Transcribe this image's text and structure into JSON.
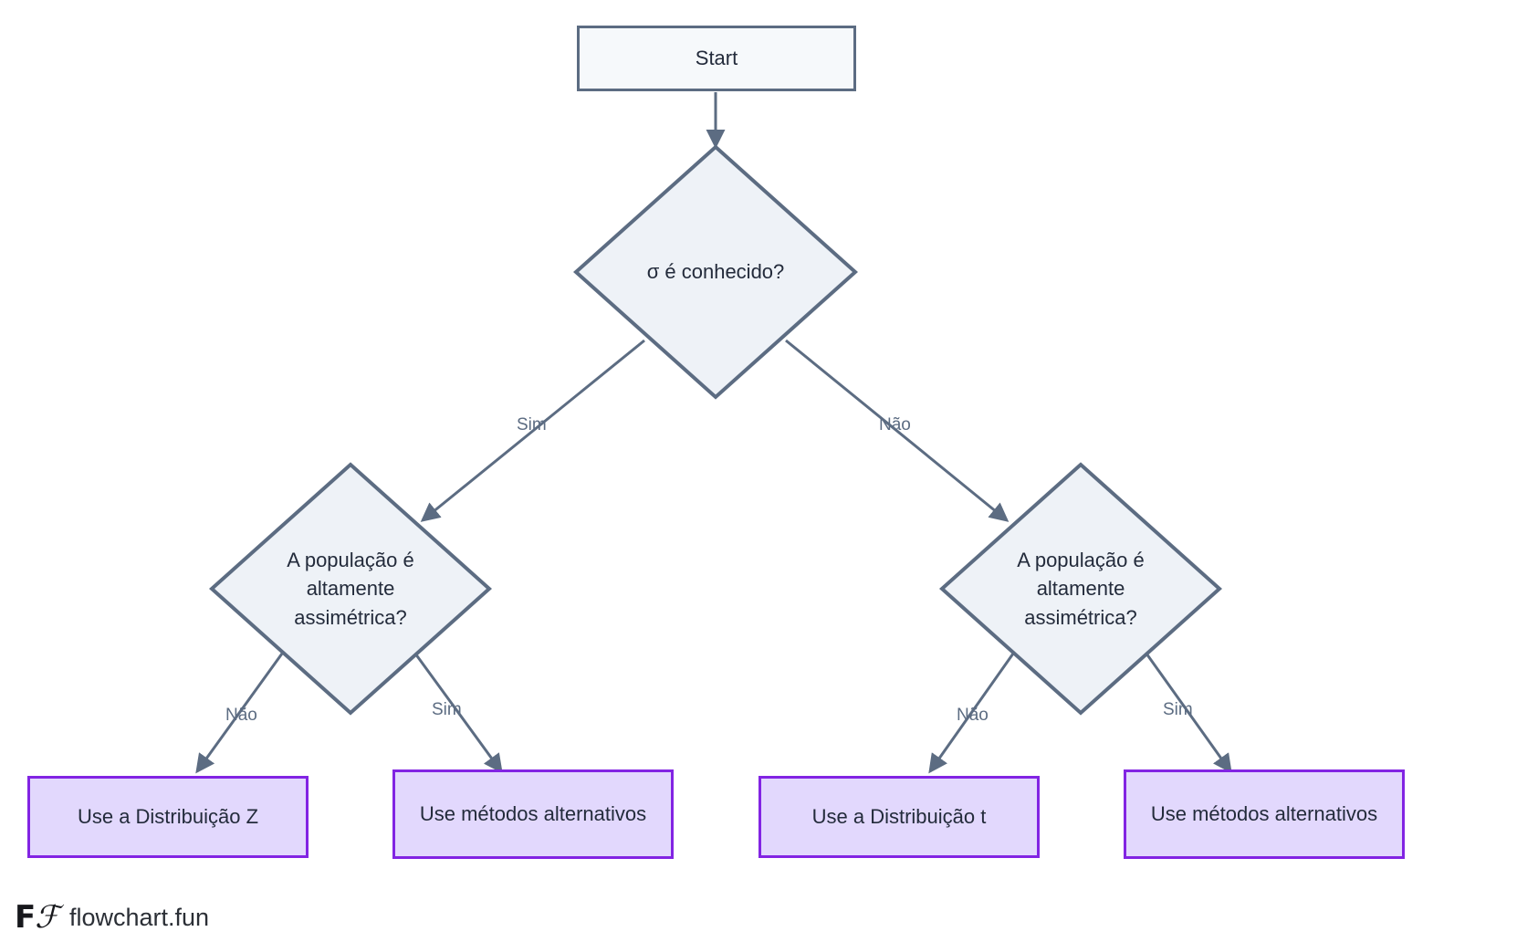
{
  "diagram": {
    "type": "flowchart",
    "title": "",
    "language": "pt-BR",
    "colors": {
      "process_fill": "#f6f9fb",
      "process_border": "#5c6c82",
      "terminal_fill": "#e2d8fd",
      "terminal_border": "#8224e3",
      "edge_stroke": "#5c6c82",
      "text": "#232b3b",
      "edge_label_text": "#5c6c82",
      "background": "#ffffff"
    },
    "nodes": [
      {
        "id": "start",
        "shape": "rectangle",
        "label": "Start"
      },
      {
        "id": "sigma",
        "shape": "diamond",
        "label": "σ é conhecido?"
      },
      {
        "id": "skew_left",
        "shape": "diamond",
        "label": "A população é altamente assimétrica?"
      },
      {
        "id": "skew_right",
        "shape": "diamond",
        "label": "A população é altamente assimétrica?"
      },
      {
        "id": "dist_z",
        "shape": "rectangle",
        "label": "Use a Distribuição Z"
      },
      {
        "id": "alt_left",
        "shape": "rectangle",
        "label": "Use métodos alternativos"
      },
      {
        "id": "dist_t",
        "shape": "rectangle",
        "label": "Use a Distribuição t"
      },
      {
        "id": "alt_right",
        "shape": "rectangle",
        "label": "Use métodos alternativos"
      }
    ],
    "edges": [
      {
        "from": "start",
        "to": "sigma",
        "label": ""
      },
      {
        "from": "sigma",
        "to": "skew_left",
        "label": "Sim"
      },
      {
        "from": "sigma",
        "to": "skew_right",
        "label": "Não"
      },
      {
        "from": "skew_left",
        "to": "dist_z",
        "label": "Não"
      },
      {
        "from": "skew_left",
        "to": "alt_left",
        "label": "Sim"
      },
      {
        "from": "skew_right",
        "to": "dist_t",
        "label": "Não"
      },
      {
        "from": "skew_right",
        "to": "alt_right",
        "label": "Sim"
      }
    ]
  },
  "watermark": {
    "mark_primary": "F",
    "mark_secondary": "ℱ",
    "text": "flowchart.fun"
  }
}
